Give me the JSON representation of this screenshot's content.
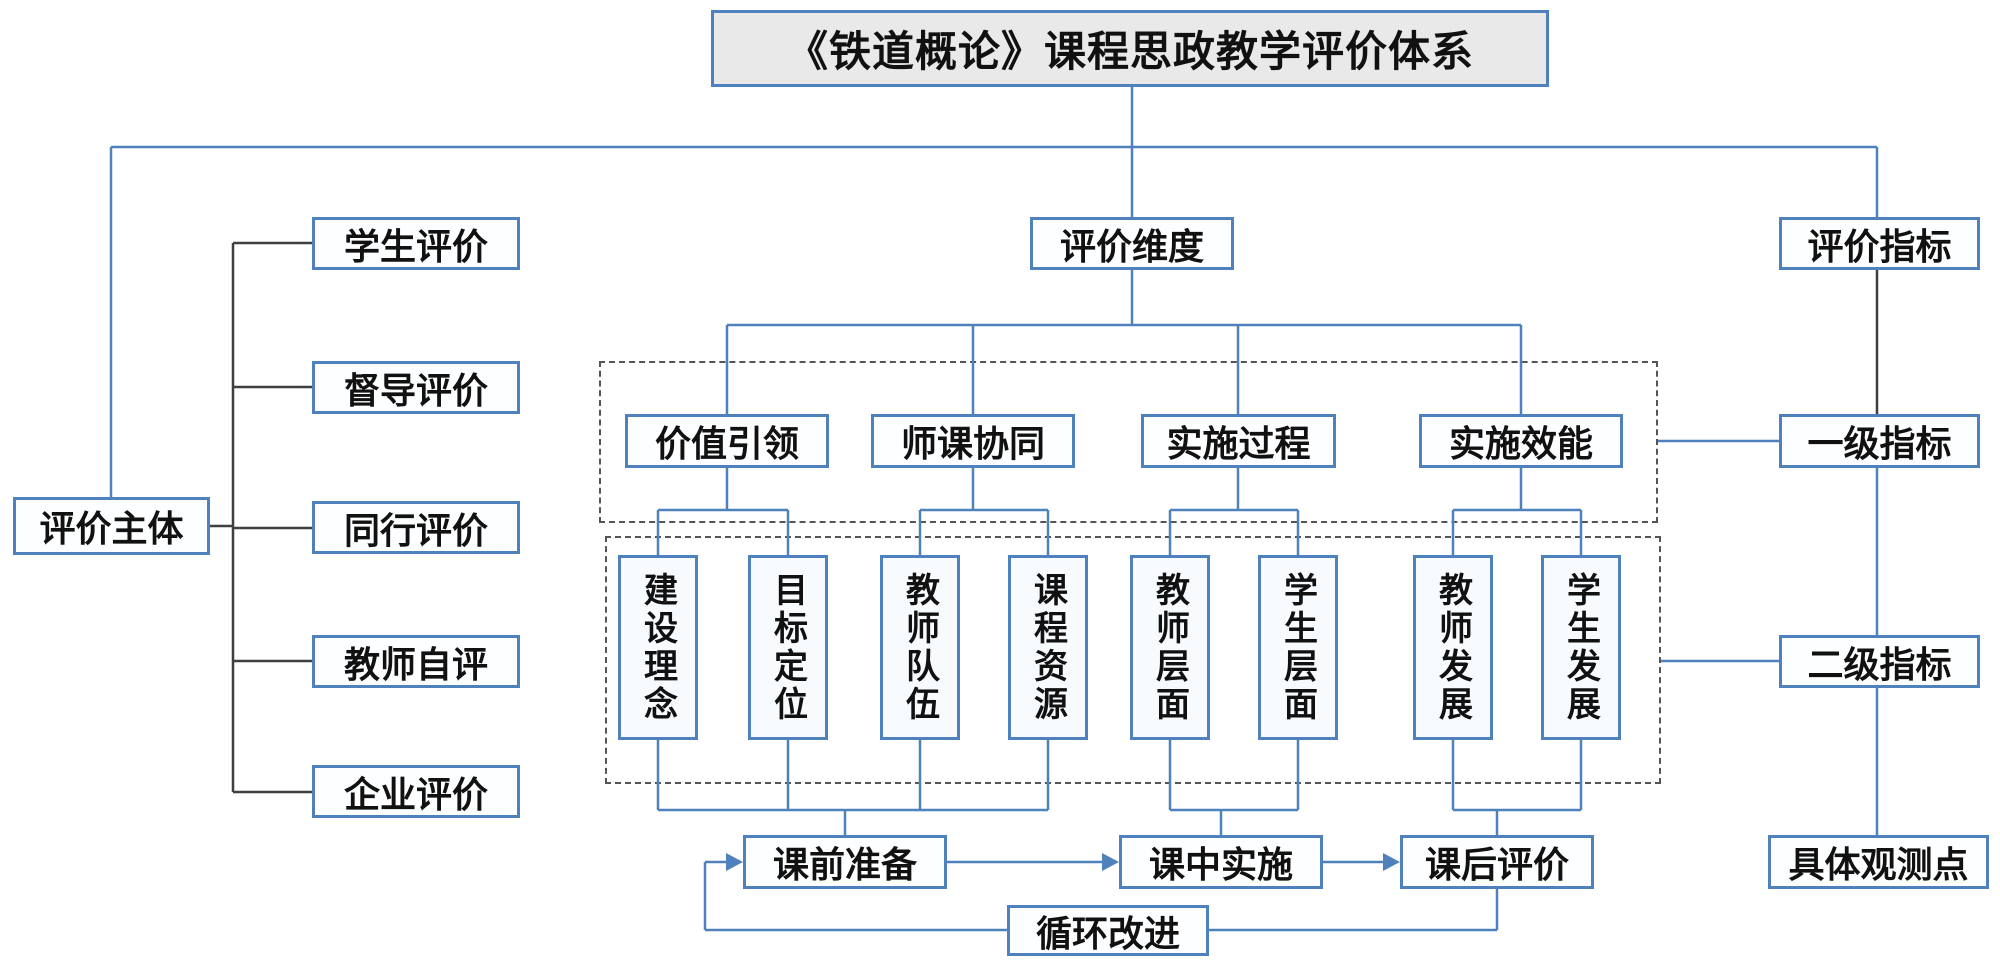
{
  "title": "《铁道概论》课程思政教学评价体系",
  "subjects": {
    "root": "评价主体",
    "items": [
      "学生评价",
      "督导评价",
      "同行评价",
      "教师自评",
      "企业评价"
    ]
  },
  "dimensions": {
    "root": "评价维度",
    "items": [
      "价值引领",
      "师课协同",
      "实施过程",
      "实施效能"
    ]
  },
  "sub_indicators": [
    "建设理念",
    "目标定位",
    "教师队伍",
    "课程资源",
    "教师层面",
    "学生层面",
    "教师发展",
    "学生发展"
  ],
  "phases": {
    "items": [
      "课前准备",
      "课中实施",
      "课后评价"
    ],
    "loop": "循环改进"
  },
  "indicators": {
    "root": "评价指标",
    "items": [
      "一级指标",
      "二级指标",
      "具体观测点"
    ]
  },
  "colors": {
    "line_blue": "#4f81bd",
    "line_dark": "#3f3f3f",
    "box_border": "#4f81bd",
    "title_fill": "#e9e9e9",
    "box_fill": "#fdfeff",
    "dashed_border": "#555555"
  }
}
